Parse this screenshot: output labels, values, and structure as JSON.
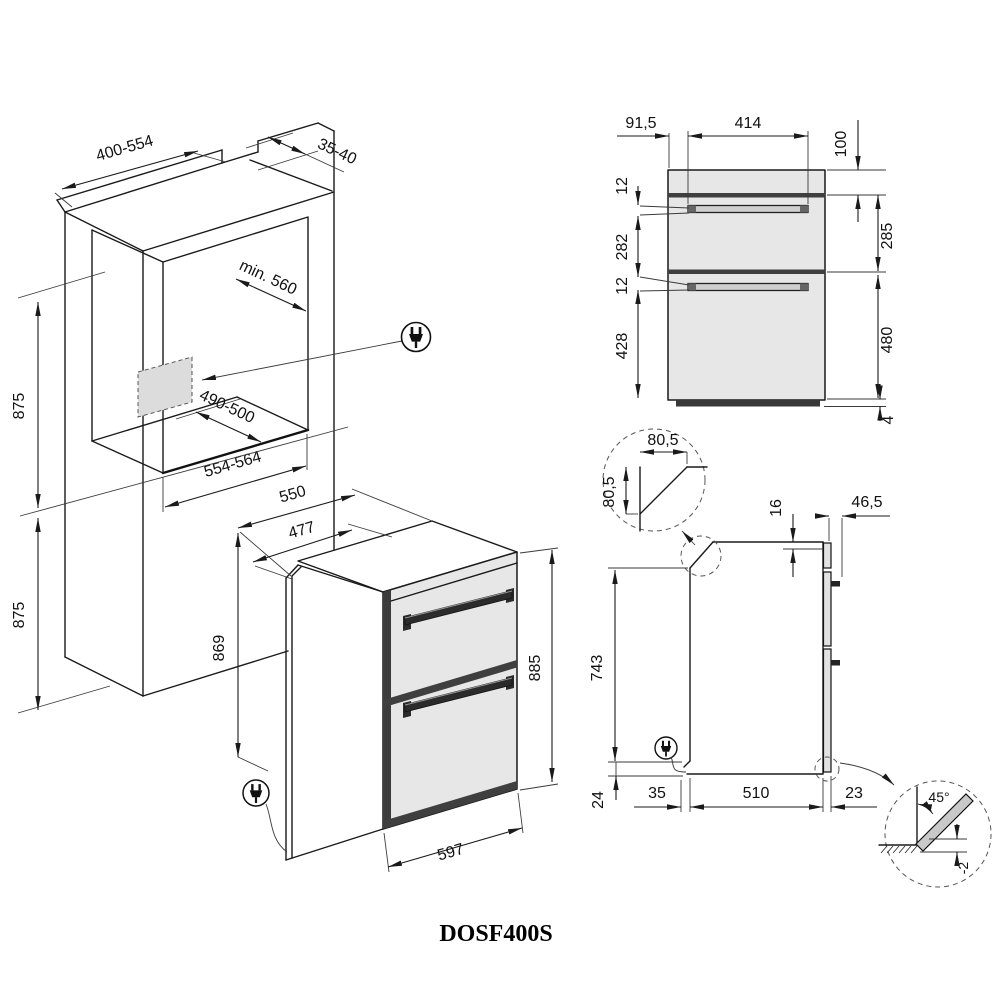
{
  "product": {
    "model": "DOSF400S"
  },
  "cabinet": {
    "top_width": "400-554",
    "top_depth": "35-40",
    "niche_min_depth": "min. 560",
    "niche_floor_depth": "490-500",
    "niche_width": "554-564",
    "upper_height": "875",
    "lower_height": "875"
  },
  "oven": {
    "top_depth": "550",
    "body_depth": "477",
    "body_height": "869",
    "total_height": "885",
    "width": "597"
  },
  "front": {
    "side_inset": "91,5",
    "handle_width": "414",
    "top_offset": "100",
    "gap_upper": "12",
    "between_handles": "282",
    "gap_lower": "12",
    "lower_height": "428",
    "upper_door": "285",
    "lower_door": "480",
    "plinth": "4"
  },
  "side": {
    "chamfer_width": "80,5",
    "chamfer_height": "80,5",
    "top_recess": "16",
    "front_clearance": "46,5",
    "rear_height": "743",
    "bottom_clearance": "24",
    "front_gap": "35",
    "depth": "510",
    "door_thickness": "23",
    "door_angle": "45°",
    "door_drop": "-2"
  }
}
